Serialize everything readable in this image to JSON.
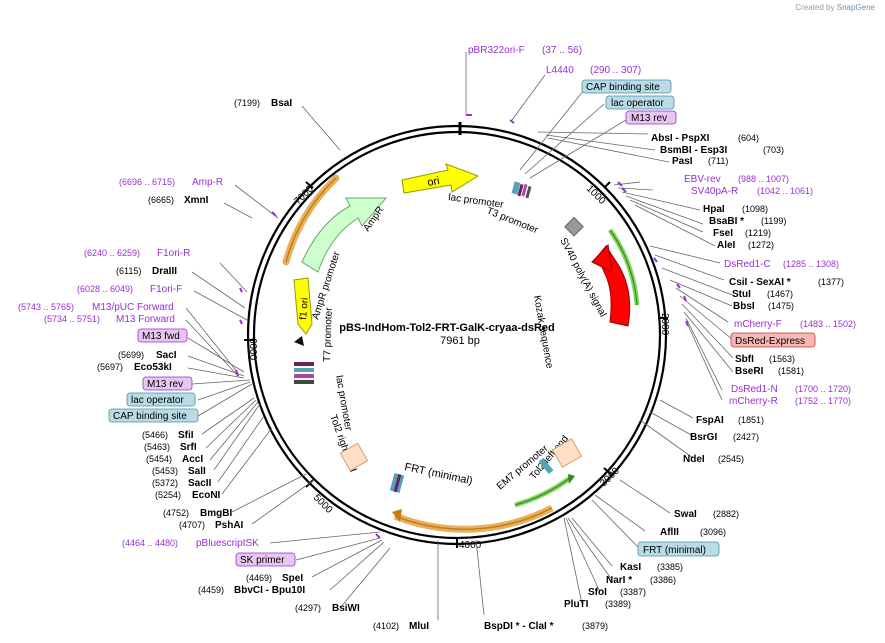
{
  "watermark": {
    "created_by": "Created by",
    "brand": "SnapGene"
  },
  "plasmid": {
    "name": "pBS-IndHom-Tol2-FRT-GalK-cryaa-dsRed",
    "size": "7961 bp"
  },
  "colors": {
    "site_label": "#000000",
    "primer": "#9a2ed4",
    "feature_blue": "#b9dbe6",
    "feature_pink": "#e8c6f3",
    "feature_red": "#f7b7b7",
    "ori": "#ffff00",
    "ampr": "#ccffcc",
    "dsred": "#ff0000"
  },
  "right_labels": [
    {
      "text": "pBR322ori-F",
      "pos": "(37 .. 56)",
      "kind": "primer"
    },
    {
      "text": "L4440",
      "pos": "(290 .. 307)",
      "kind": "primer"
    },
    {
      "text": "CAP binding site",
      "kind": "box-blue"
    },
    {
      "text": "lac operator",
      "kind": "box-blue"
    },
    {
      "text": "M13 rev",
      "kind": "box-pink"
    },
    {
      "text": "AbsI  - PspXI",
      "pos": "(604)",
      "kind": "site"
    },
    {
      "text": "BsmBI  - Esp3I",
      "pos": "(703)",
      "kind": "site"
    },
    {
      "text": "PasI",
      "pos": "(711)",
      "kind": "site"
    },
    {
      "text": "EBV-rev",
      "pos": "(988 .. 1007)",
      "kind": "primer"
    },
    {
      "text": "SV40pA-R",
      "pos": "(1042 .. 1061)",
      "kind": "primer"
    },
    {
      "text": "HpaI",
      "pos": "(1098)",
      "kind": "site"
    },
    {
      "text": "BsaBI *",
      "pos": "(1199)",
      "kind": "site"
    },
    {
      "text": "FseI",
      "pos": "(1219)",
      "kind": "site"
    },
    {
      "text": "AleI",
      "pos": "(1272)",
      "kind": "site"
    },
    {
      "text": "DsRed1-C",
      "pos": "(1285 .. 1308)",
      "kind": "primer"
    },
    {
      "text": "CsiI  - SexAI *",
      "pos": "(1377)",
      "kind": "site"
    },
    {
      "text": "StuI",
      "pos": "(1467)",
      "kind": "site"
    },
    {
      "text": "BbsI",
      "pos": "(1475)",
      "kind": "site"
    },
    {
      "text": "mCherry-F",
      "pos": "(1483 .. 1502)",
      "kind": "primer"
    },
    {
      "text": "DsRed-Express",
      "kind": "box-red"
    },
    {
      "text": "SbfI",
      "pos": "(1563)",
      "kind": "site"
    },
    {
      "text": "BseRI",
      "pos": "(1581)",
      "kind": "site"
    },
    {
      "text": "DsRed1-N",
      "pos": "(1700 .. 1720)",
      "kind": "primer"
    },
    {
      "text": "mCherry-R",
      "pos": "(1752 .. 1770)",
      "kind": "primer"
    },
    {
      "text": "FspAI",
      "pos": "(1851)",
      "kind": "site"
    },
    {
      "text": "BsrGI",
      "pos": "(2427)",
      "kind": "site"
    },
    {
      "text": "NdeI",
      "pos": "(2545)",
      "kind": "site"
    },
    {
      "text": "SwaI",
      "pos": "(2882)",
      "kind": "site"
    },
    {
      "text": "AflII",
      "pos": "(3096)",
      "kind": "site"
    },
    {
      "text": "FRT (minimal)",
      "kind": "box-blue"
    },
    {
      "text": "KasI",
      "pos": "(3385)",
      "kind": "site"
    },
    {
      "text": "NarI *",
      "pos": "(3386)",
      "kind": "site"
    },
    {
      "text": "SfoI",
      "pos": "(3387)",
      "kind": "site"
    },
    {
      "text": "PluTI",
      "pos": "(3389)",
      "kind": "site"
    },
    {
      "text": "BspDI * - ClaI *",
      "pos": "(3879)",
      "kind": "site"
    },
    {
      "text": "MluI",
      "pos": "(4102)",
      "kind": "site"
    }
  ],
  "left_labels": [
    {
      "text": "BsaI",
      "pos": "(7199)",
      "kind": "site"
    },
    {
      "text": "Amp-R",
      "pos": "(6696 .. 6715)",
      "kind": "primer"
    },
    {
      "text": "XmnI",
      "pos": "(6665)",
      "kind": "site"
    },
    {
      "text": "F1ori-R",
      "pos": "(6240 .. 6259)",
      "kind": "primer"
    },
    {
      "text": "DraIII",
      "pos": "(6115)",
      "kind": "site"
    },
    {
      "text": "F1ori-F",
      "pos": "(6028 .. 6049)",
      "kind": "primer"
    },
    {
      "text": "M13/pUC Forward",
      "pos": "(5743 .. 5765)",
      "kind": "primer"
    },
    {
      "text": "M13 Forward",
      "pos": "(5734 .. 5751)",
      "kind": "primer"
    },
    {
      "text": "M13 fwd",
      "kind": "box-pink"
    },
    {
      "text": "SacI",
      "pos": "(5699)",
      "kind": "site"
    },
    {
      "text": "Eco53kI",
      "pos": "(5697)",
      "kind": "site"
    },
    {
      "text": "M13 rev",
      "kind": "box-pink"
    },
    {
      "text": "lac operator",
      "kind": "box-blue"
    },
    {
      "text": "CAP binding site",
      "kind": "box-blue"
    },
    {
      "text": "SfiI",
      "pos": "(5466)",
      "kind": "site"
    },
    {
      "text": "SrfI",
      "pos": "(5463)",
      "kind": "site"
    },
    {
      "text": "AccI",
      "pos": "(5454)",
      "kind": "site"
    },
    {
      "text": "SalI",
      "pos": "(5453)",
      "kind": "site"
    },
    {
      "text": "SacII",
      "pos": "(5372)",
      "kind": "site"
    },
    {
      "text": "EcoNI",
      "pos": "(5254)",
      "kind": "site"
    },
    {
      "text": "BmgBI",
      "pos": "(4752)",
      "kind": "site"
    },
    {
      "text": "PshAI",
      "pos": "(4707)",
      "kind": "site"
    },
    {
      "text": "pBluescriptSK",
      "pos": "(4464 .. 4480)",
      "kind": "primer"
    },
    {
      "text": "SK primer",
      "kind": "box-pink"
    },
    {
      "text": "SpeI",
      "pos": "(4469)",
      "kind": "site"
    },
    {
      "text": "BbvCI  - Bpu10I",
      "pos": "(4459)",
      "kind": "site"
    },
    {
      "text": "BsiWI",
      "pos": "(4297)",
      "kind": "site"
    }
  ],
  "ticks": [
    "1000",
    "2000",
    "3000",
    "4000",
    "5000",
    "6000",
    "7000"
  ],
  "features": {
    "ori": "ori",
    "ampr": "AmpR",
    "ampr_promoter": "AmpR promoter",
    "f1_ori": "f1 ori",
    "lac_promoter_top": "lac promoter",
    "t3_promoter": "T3 promoter",
    "sv40": "SV40 poly(A) signal",
    "kozak": "Kozak sequence",
    "t7_promoter": "T7 promoter",
    "lac_promoter_left": "lac promoter",
    "tol2_right": "Tol2 right end",
    "frt_minimal": "FRT (minimal)",
    "em7": "EM7 promoter",
    "tol2_left": "Tol2 left end"
  }
}
